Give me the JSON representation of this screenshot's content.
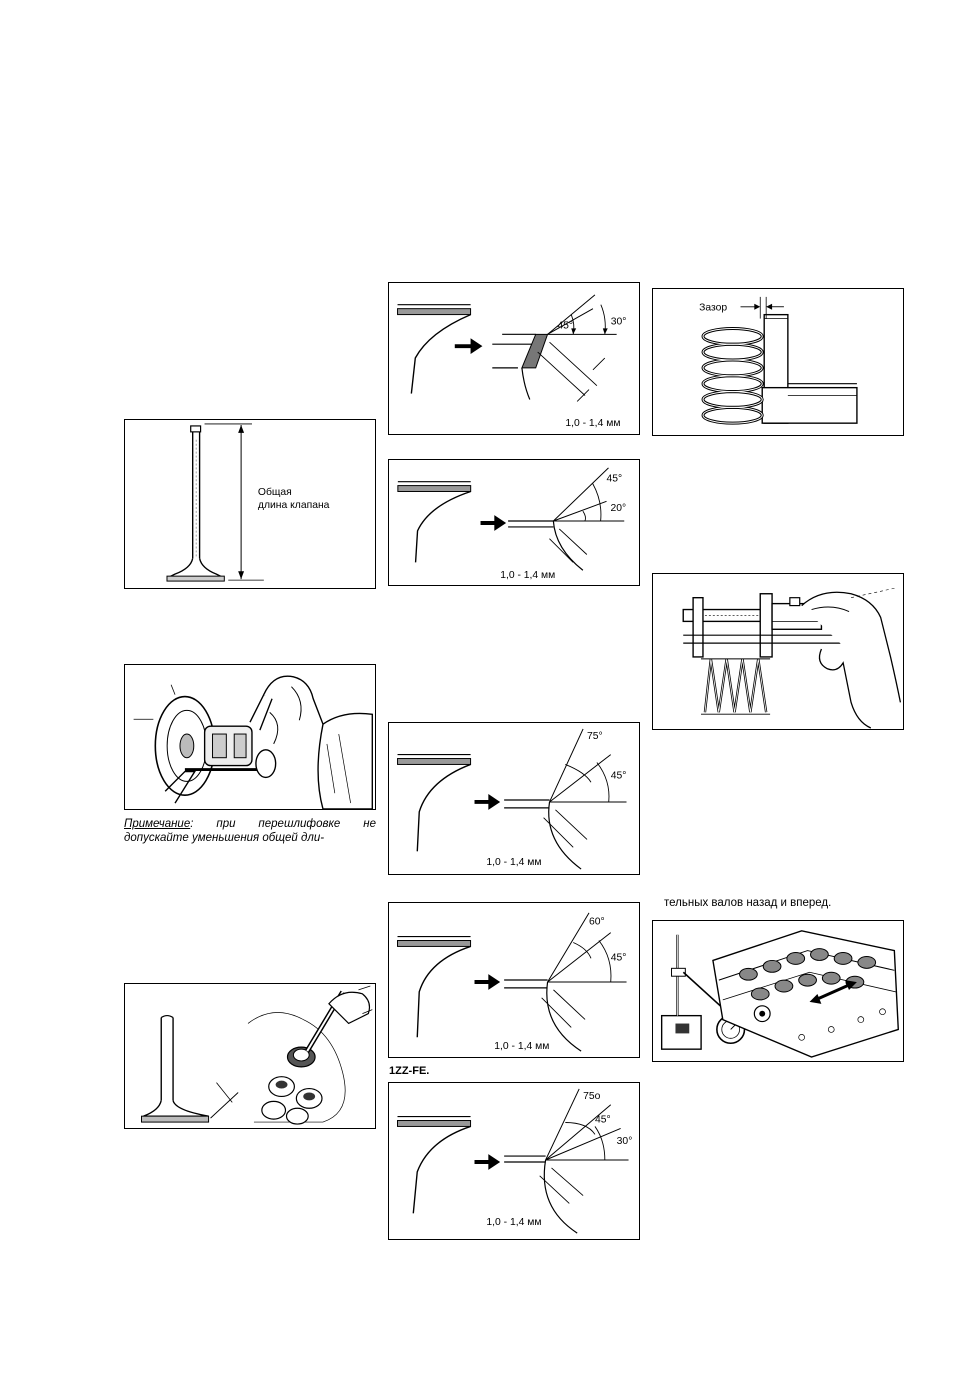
{
  "figures": {
    "valve_length": {
      "label_line1": "Общая",
      "label_line2": "длина клапана"
    },
    "seat_30_45": {
      "angle_a": "45°",
      "angle_b": "30°",
      "dimension": "1,0 - 1,4 мм"
    },
    "seat_45_20": {
      "angle_a": "45°",
      "angle_b": "20°",
      "dimension": "1,0 - 1,4 мм"
    },
    "seat_75_45": {
      "angle_a": "75°",
      "angle_b": "45°",
      "dimension": "1,0 - 1,4 мм"
    },
    "seat_60_45": {
      "angle_a": "60°",
      "angle_b": "45°",
      "dimension": "1,0 - 1,4 мм"
    },
    "seat_75_45_30": {
      "angle_a": "75o",
      "angle_b": "45°",
      "angle_c": "30°",
      "dimension": "1,0 - 1,4 мм"
    },
    "spring_gap": {
      "label": "Зазор"
    }
  },
  "texts": {
    "note_title": "Примечание",
    "note_body": ": при перешлифовке не допускайте уменьшения общей дли-",
    "engine_code": "1ZZ-FE.",
    "camshaft_caption": "тельных валов назад и вперед."
  }
}
